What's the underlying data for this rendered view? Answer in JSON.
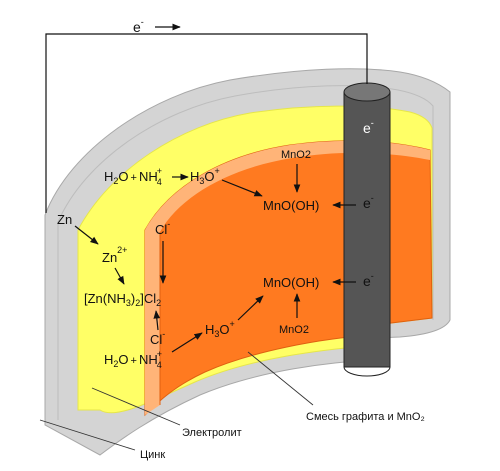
{
  "labels": {
    "electron_top": "e",
    "electron_charge": "-",
    "rod_e1": "e",
    "rod_e2": "e",
    "rod_e3": "e",
    "zn": "Zn",
    "zn2": "Zn",
    "zn2_charge": "2+",
    "complex_a": "[Zn(NH",
    "complex_3": "3",
    "complex_b": ")",
    "complex_2": "2",
    "complex_c": "]Cl",
    "complex_cl2": "2",
    "cl_top": "Cl",
    "cl_bottom": "Cl",
    "cl_charge": "-",
    "h2o_top": "H",
    "h2o_2": "2",
    "h2o_o": "O",
    "plus": "+",
    "nh": "NH",
    "nh_4": "4",
    "nh_charge": "+",
    "h3o": "H",
    "h3o_3": "3",
    "h3o_o": "O",
    "h3o_charge": "+",
    "mno2_top": "MnO2",
    "mnooh_top": "MnO(OH)",
    "mnooh_bottom": "MnO(OH)",
    "mno2_bottom": "MnO2",
    "electrolyte": "Электролит",
    "zinc": "Цинк",
    "mixture": "Смесь графита и MnO₂"
  },
  "colors": {
    "zinc_can": "#d4d4d4",
    "zinc_edge": "#b0b0b0",
    "electrolyte": "#ffff66",
    "mixture_front": "#ff7a20",
    "mixture_inner": "#ffb478",
    "rod": "#555555",
    "rod_top": "#777777"
  }
}
